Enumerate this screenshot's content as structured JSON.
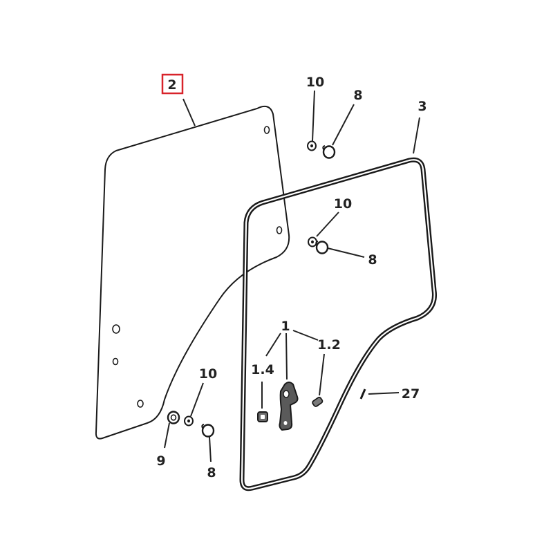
{
  "diagram": {
    "highlight_color": "#d8232a",
    "line_color": "#1a1a1a",
    "callouts": {
      "glass": "2",
      "seal": "3",
      "washer_top": "10",
      "knob_top": "8",
      "washer_mid": "10",
      "knob_mid": "8",
      "handle_assembly": "1",
      "handle_pin": "1.2",
      "handle_insert": "1.4",
      "washer_bottom": "10",
      "spacer_bottom": "9",
      "knob_bottom": "8",
      "clip": "27"
    }
  }
}
